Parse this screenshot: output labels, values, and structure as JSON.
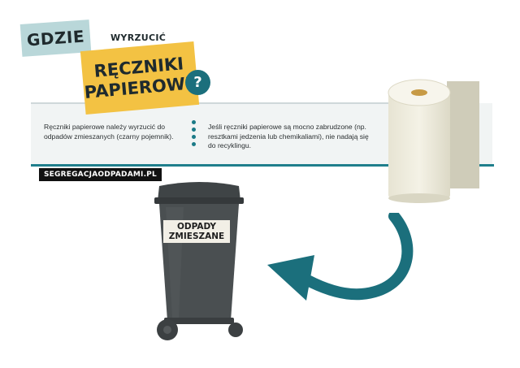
{
  "heading": {
    "where": "GDZIE",
    "throw_away": "WYRZUCIĆ",
    "subject_line1": "RĘCZNIKI",
    "subject_line2": "PAPIEROWE",
    "question_mark": "?"
  },
  "info": {
    "left_text": "Ręczniki papierowe należy wyrzucić do odpadów zmieszanych (czarny pojemnik).",
    "right_text": "Jeśli ręczniki papierowe są mocno zabrudzone (np. resztkami jedzenia lub chemikaliami), nie nadają się do recyklingu."
  },
  "site": "SEGREGACJAODPADAMI.PL",
  "bin": {
    "label_line1": "ODPADY",
    "label_line2": "ZMIESZANE",
    "color": "#4a4f51"
  },
  "colors": {
    "accent_teal": "#1b6f7c",
    "heading_yellow": "#f3c243",
    "heading_blue": "#b9d7d9"
  },
  "icons": {
    "paper_roll": "paper-towel-roll-icon",
    "arrow": "curved-arrow-icon",
    "bin": "trash-bin-icon"
  }
}
